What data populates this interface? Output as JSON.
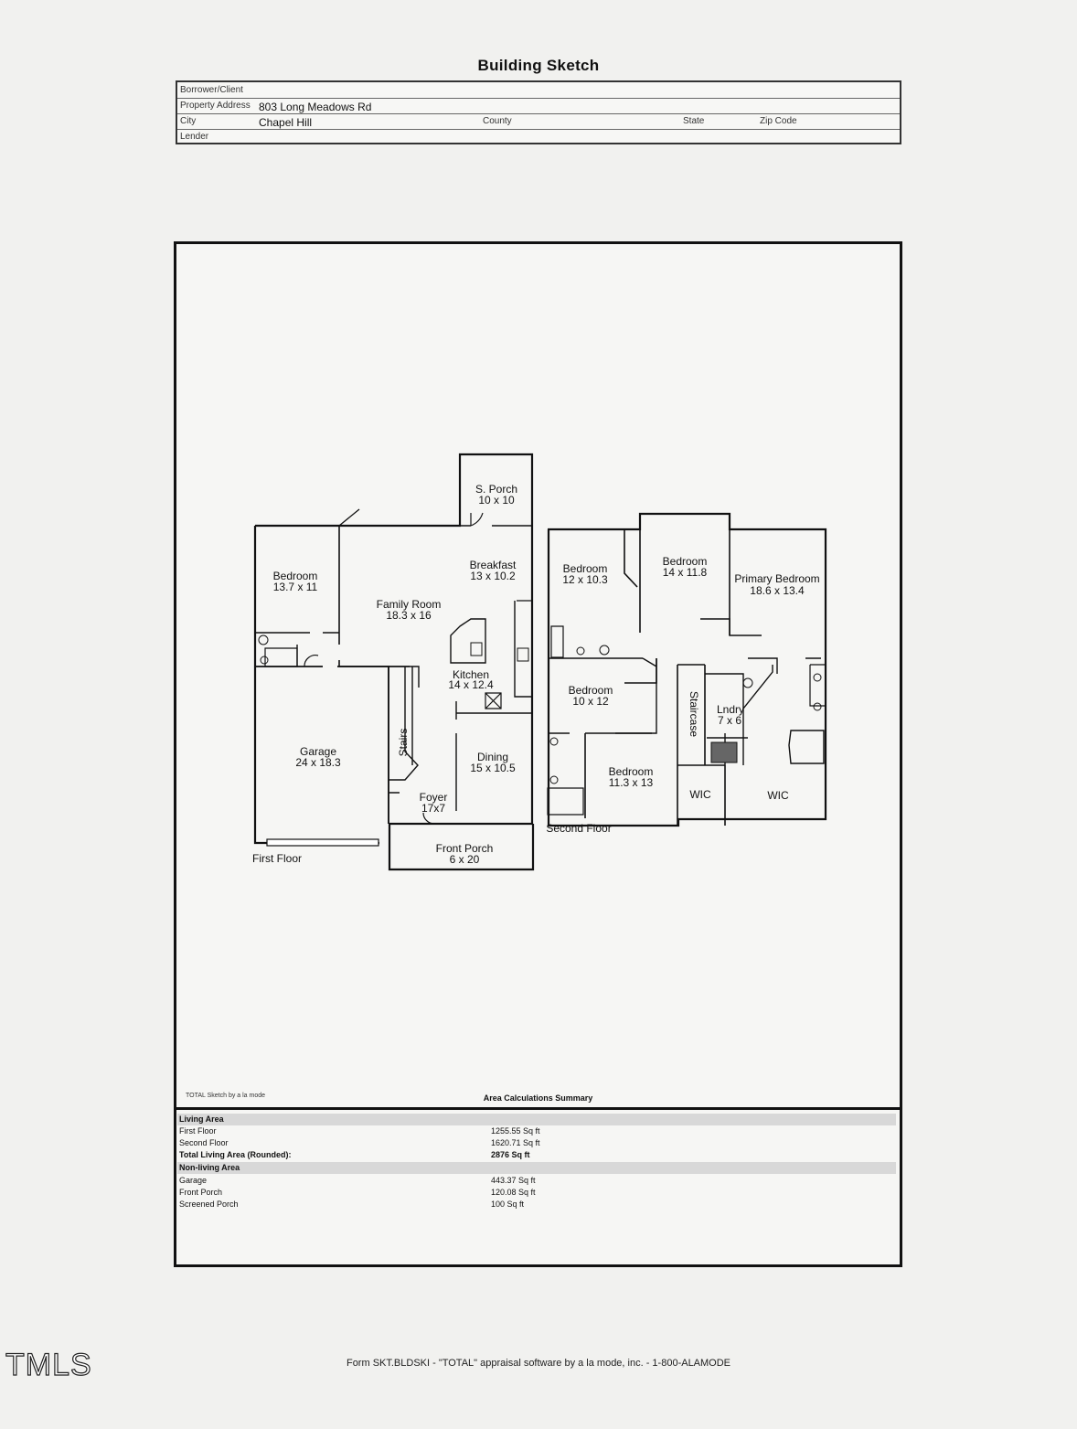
{
  "title": "Building Sketch",
  "header": {
    "borrower_label": "Borrower/Client",
    "address_label": "Property Address",
    "address_value": "803 Long Meadows Rd",
    "city_label": "City",
    "city_value": "Chapel Hill",
    "county_label": "County",
    "state_label": "State",
    "zip_label": "Zip Code",
    "lender_label": "Lender"
  },
  "first_floor": {
    "label": "First Floor",
    "rooms": {
      "sporch_name": "S. Porch",
      "sporch_dim": "10 x 10",
      "bedroom_name": "Bedroom",
      "bedroom_dim": "13.7 x 11",
      "family_name": "Family Room",
      "family_dim": "18.3 x 16",
      "breakfast_name": "Breakfast",
      "breakfast_dim": "13 x 10.2",
      "kitchen_name": "Kitchen",
      "kitchen_dim": "14 x 12.4",
      "garage_name": "Garage",
      "garage_dim": "24 x 18.3",
      "stairs_name": "Stairs",
      "dining_name": "Dining",
      "dining_dim": "15 x 10.5",
      "foyer_name": "Foyer",
      "foyer_dim": "17x7",
      "fporch_name": "Front Porch",
      "fporch_dim": "6 x 20"
    }
  },
  "second_floor": {
    "label": "Second Floor",
    "rooms": {
      "bed1_name": "Bedroom",
      "bed1_dim": "12 x 10.3",
      "bed2_name": "Bedroom",
      "bed2_dim": "14 x 11.8",
      "primary_name": "Primary Bedroom",
      "primary_dim": "18.6 x 13.4",
      "bed3_name": "Bedroom",
      "bed3_dim": "10 x 12",
      "staircase_name": "Staircase",
      "lndry_name": "Lndry",
      "lndry_dim": "7 x 6",
      "bed4_name": "Bedroom",
      "bed4_dim": "11.3 x 13",
      "wic1_name": "WIC",
      "wic2_name": "WIC"
    }
  },
  "summary": {
    "credit": "TOTAL Sketch by a la mode",
    "title": "Area Calculations Summary",
    "living_header": "Living Area",
    "first_label": "First Floor",
    "first_value": "1255.55 Sq ft",
    "second_label": "Second Floor",
    "second_value": "1620.71 Sq ft",
    "total_label": "Total Living Area (Rounded):",
    "total_value": "2876 Sq ft",
    "nonliving_header": "Non-living Area",
    "garage_label": "Garage",
    "garage_value": "443.37 Sq ft",
    "fporch_label": "Front Porch",
    "fporch_value": "120.08 Sq ft",
    "sporch_label": "Screened Porch",
    "sporch_value": "100 Sq ft"
  },
  "footer": "Form SKT.BLDSKI - \"TOTAL\" appraisal software by a la mode, inc. - 1-800-ALAMODE",
  "watermark": "TMLS"
}
